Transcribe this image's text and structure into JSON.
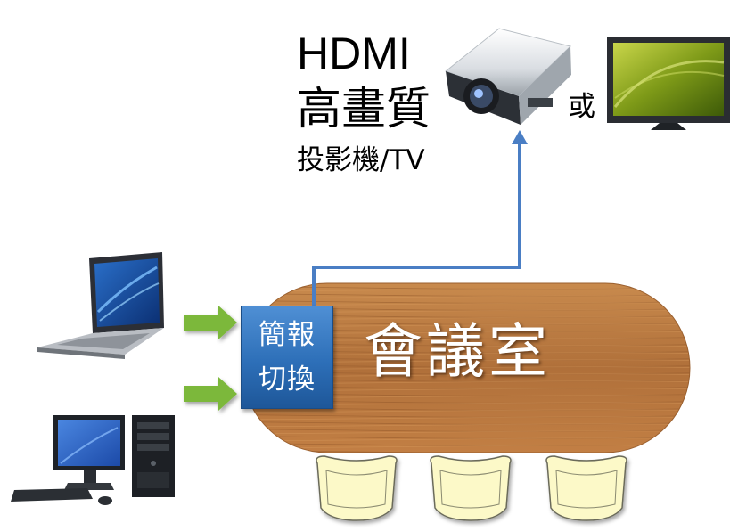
{
  "labels": {
    "hdmi": "HDMI",
    "high_quality": "高畫質",
    "projector_tv": "投影機/TV",
    "or": "或",
    "room": "會議室",
    "switch_line1": "簡報",
    "switch_line2": "切換"
  },
  "colors": {
    "arrow_green": "#7bb83a",
    "connector_blue": "#4a7ec4",
    "switch_blue": "#2d6fb8",
    "table_wood": "#b5773f",
    "chair_fill": "#fcf9c8"
  },
  "icons": [
    "laptop-icon",
    "desktop-computer-icon",
    "projector-icon",
    "tv-monitor-icon",
    "chair-icon"
  ]
}
